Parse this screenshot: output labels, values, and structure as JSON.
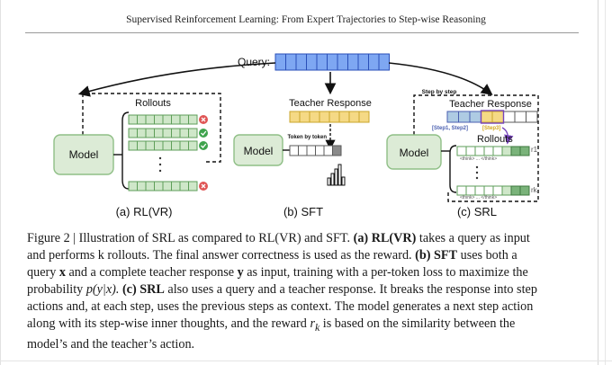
{
  "running_header": "Supervised Reinforcement Learning: From Expert Trajectories to Step-wise Reasoning",
  "figure": {
    "query_label": "Query:",
    "panel_a": {
      "model": "Model",
      "rollouts": "Rollouts",
      "label": "(a) RL(VR)"
    },
    "panel_b": {
      "model": "Model",
      "teacher_response": "Teacher Response",
      "token_by_token": "Token by token",
      "label": "(b) SFT"
    },
    "panel_c": {
      "model": "Model",
      "step_by_step": "Step by step",
      "teacher_response": "Teacher Response",
      "steps_prefix": "[Step1, Step2]",
      "step3": "[Step3]",
      "rollouts": "Rollouts",
      "think_tag": "<think> ... </think>",
      "r1": "r1",
      "rk": "rk",
      "label": "(c) SRL"
    },
    "colors": {
      "query_fill": "#7ea7f2",
      "query_border": "#2a4fb8",
      "green_fill": "#cfe7c9",
      "green_border": "#5e9e59",
      "teacher_fill": "#f5d985",
      "teacher_border": "#c9a52b",
      "blue_cell": "#aecbe3",
      "model_fill": "#dcebd6",
      "model_border": "#8fbf86",
      "dark_green": "#7ab37a",
      "gray_cell": "#8a8a8a",
      "red": "#e05555",
      "ok": "#3fa34d",
      "purple": "#7744bb"
    }
  },
  "caption": {
    "l1a": "Figure 2 | Illustration of SRL as compared to RL(VR) and SFT. ",
    "l1b": "(a) RL(VR)",
    "l1c": " takes a query as input",
    "l2a": "and performs k rollouts. The final answer correctness is used as the reward. ",
    "l2b": "(b) SFT",
    "l2c": " uses both a",
    "l3a": "query ",
    "l3x": "x",
    "l3b": " and a complete teacher response ",
    "l3y": "y",
    "l3c": " as input, training with a per-token loss to maximize the",
    "l4a": "probability ",
    "l4math": "p(y|x).",
    "l4b": " ",
    "l4c": "(c) SRL",
    "l4d": " also uses a query and a teacher response. It breaks the response into step",
    "l5": "actions and, at each step, uses the previous steps as context. The model generates a next step action",
    "l6a": "along with its step-wise inner thoughts, and the reward ",
    "l6r": "r",
    "l6k": "k",
    "l6b": " is based on the similarity between the",
    "l7": "model’s and the teacher’s action."
  }
}
